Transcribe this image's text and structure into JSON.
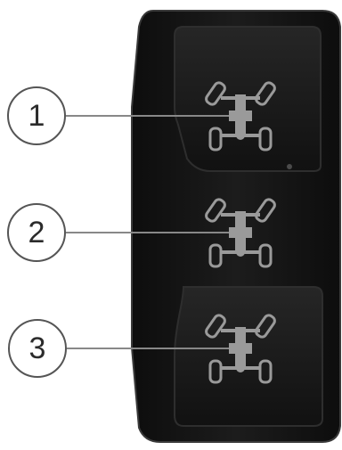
{
  "callouts": [
    {
      "number": "1",
      "mode_icon": "four-wheel-drive-steering-front-icon"
    },
    {
      "number": "2",
      "mode_icon": "four-wheel-drive-steering-crab-icon"
    },
    {
      "number": "3",
      "mode_icon": "four-wheel-drive-steering-coordinated-icon"
    }
  ],
  "colors": {
    "panel": "#141414",
    "panel_edge": "#3a3a3a",
    "icon": "#9a9a9a",
    "leader_line": "#888888",
    "callout_border": "#555555"
  }
}
